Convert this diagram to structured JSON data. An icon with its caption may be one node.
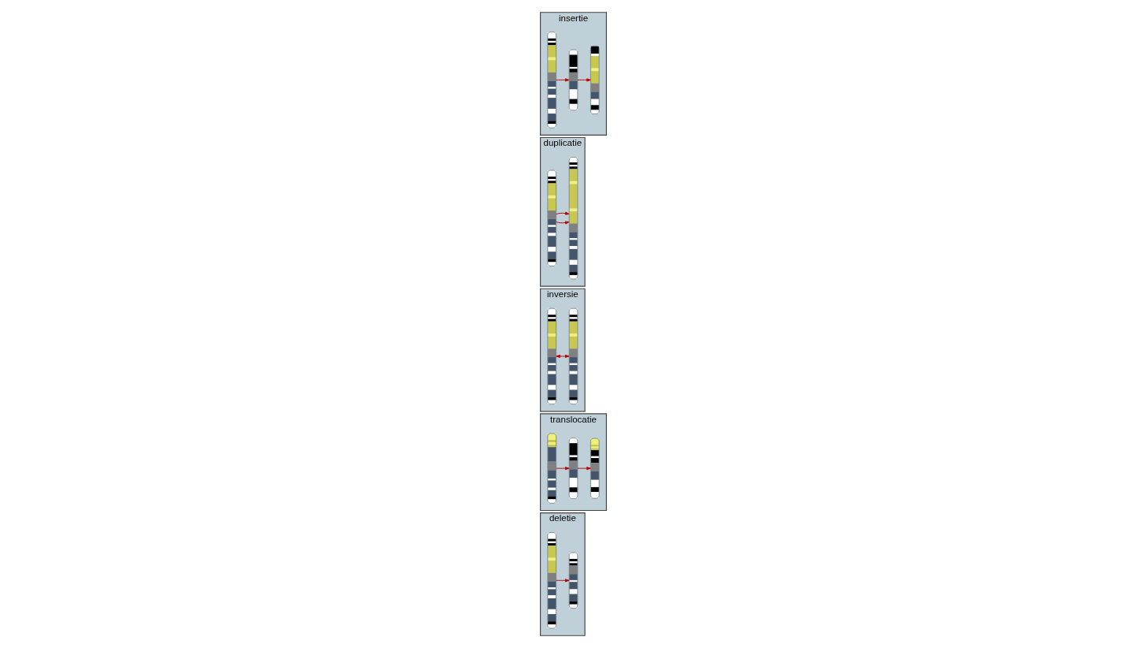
{
  "diagram": {
    "nodes": [
      {
        "text": [
          "deletie"
        ]
      },
      {
        "text": [],
        "shape": "bar",
        "in": 0
      },
      {
        "text": [],
        "shape": "bar",
        "in": 0
      },
      {
        "text": [
          "translocatie"
        ]
      },
      {
        "text": [],
        "shape": "bar",
        "in": 3
      },
      {
        "text": [],
        "shape": "bar",
        "in": 3
      },
      {
        "text": [],
        "shape": "bar",
        "in": 3
      },
      {
        "text": [
          "inversie"
        ]
      },
      {
        "text": [],
        "shape": "bar",
        "in": 7
      },
      {
        "text": [],
        "shape": "bar",
        "in": 7
      },
      {
        "text": [
          "duplicatie"
        ]
      },
      {
        "text": [],
        "shape": "bar",
        "in": 10
      },
      {
        "text": [],
        "shape": "bar",
        "in": 10
      },
      {
        "text": [
          "insertie"
        ]
      },
      {
        "text": [],
        "shape": "bar",
        "in": 13
      },
      {
        "text": [],
        "shape": "bar",
        "in": 13
      },
      {
        "text": [],
        "shape": "bar",
        "in": 13
      }
    ],
    "edges": [
      {
        "from": 1,
        "to": 2,
        "arrow": "to"
      },
      {
        "from": 4,
        "to": 5,
        "arrow": "to"
      },
      {
        "from": 5,
        "to": 6,
        "arrow": "to"
      },
      {
        "from": 8,
        "to": 9,
        "arrow": "both"
      },
      {
        "from": 11,
        "to": 12,
        "arrow": "to"
      },
      {
        "from": 11,
        "to": 12,
        "arrow": "to"
      },
      {
        "from": 14,
        "to": 15,
        "arrow": "to"
      },
      {
        "from": 15,
        "to": 16,
        "arrow": "to"
      }
    ]
  }
}
